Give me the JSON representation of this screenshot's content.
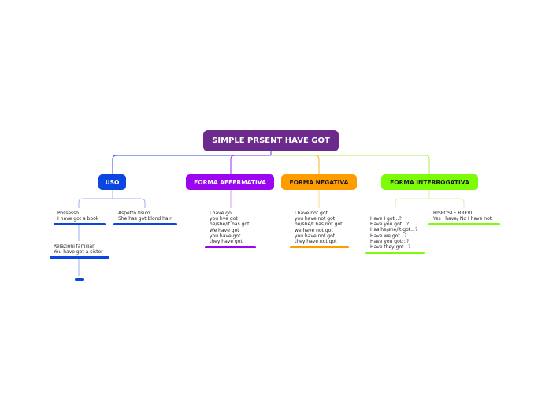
{
  "root": {
    "label": "SIMPLE PRSENT HAVE GOT",
    "color": "#6c2b8c"
  },
  "branches": [
    {
      "label": "USO",
      "color": "#0b46e0",
      "text_color": "#ffffff",
      "line_color": "#2453e6",
      "children": [
        {
          "text": "Possesso\nI have got a book"
        },
        {
          "text": "Aspetto fisico\nShe has got blond hair"
        },
        {
          "text": "Relazioni familiari\nYou have got a sister"
        },
        {
          "text": ""
        }
      ]
    },
    {
      "label": "FORMA AFFERMATIVA",
      "color": "#9b05f0",
      "text_color": "#ffffff",
      "line_color": "#9b2bee",
      "children": [
        {
          "text": "I have go\nyou hve got\nhe/she/it has got\nWe have got\nyou have got\nthey have got"
        }
      ]
    },
    {
      "label": "FORMA NEGATIVA",
      "color": "#ff9d00",
      "text_color": "#1a1a1a",
      "line_color": "#f5b52a",
      "children": [
        {
          "text": "I have not got\nyou have not got\nhe/she/t has not got\nwe have not got\nyou have not got\nthey have not got"
        }
      ]
    },
    {
      "label": "FORMA INTERROGATIVA",
      "color": "#7dfc08",
      "text_color": "#1a1a1a",
      "line_color": "#a8ef53",
      "children": [
        {
          "text": "Have I got...?\nHave you got...?\nHas he/she/it got...?\nHave we got...?\nHave you got:::?\nHave they got...?"
        },
        {
          "text": "RISPOSTE BREVI\nYes I have/ No I have not"
        }
      ]
    }
  ]
}
